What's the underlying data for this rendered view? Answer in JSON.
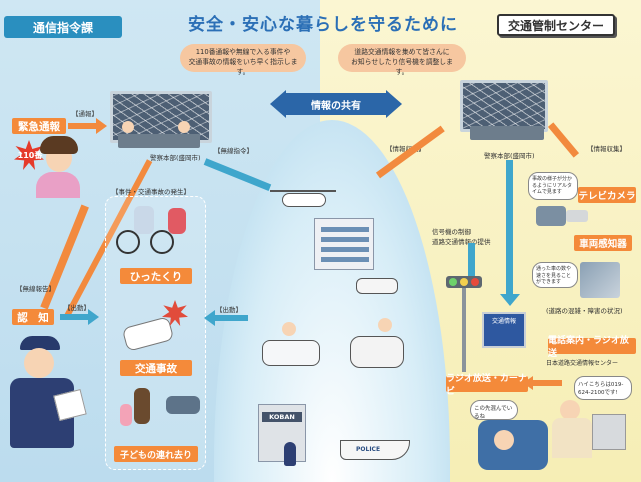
{
  "header": {
    "left_tab": "通信指令課",
    "title": "安全・安心な暮らしを守るために",
    "right_tab": "交通管制センター"
  },
  "bubbles": {
    "left": "110番通報や無線で入る事件や\n交通事故の情報をいち早く指示します。",
    "right": "道路交通情報を集めて皆さんに\nお知らせしたり信号機を調整します。"
  },
  "center": {
    "share_label": "情報の共有"
  },
  "left": {
    "emergency_call": "緊急通報",
    "call_110": "110番",
    "tsuho_label": "【通報】",
    "police_hq_left": "警察本部(盛岡市)",
    "musen_shirei": "【無線指令】",
    "jiken_label": "【事件・交通事故の発生】",
    "musen_hokoku": "【無線報告】",
    "shutsudo_label": "【出動】",
    "ninchi": "認　知",
    "shutsudo_label2": "【出動】",
    "cases": [
      {
        "label": "ひったくり"
      },
      {
        "label": "交通事故"
      },
      {
        "label": "子どもの連れ去り"
      }
    ]
  },
  "right": {
    "joho_shushu_left": "【情報収集】",
    "joho_shushu_right": "【情報収集】",
    "police_hq_right": "警察本部(盛岡市)",
    "signal_control": "信号機の制御\n道路交通情報の提供",
    "tv_camera": "テレビカメラ",
    "vehicle_sensor": "車両感知器",
    "road_status": "(道路の混雑・障害の状況)",
    "phone_radio": "電話案内・ラジオ放送",
    "info_center": "日本道路交通情報センター",
    "radio_carnavi": "ラジオ放送・カーナビ",
    "traffic_info_sign": "交通情報",
    "camera_bubble": "事故の様子が分かるようにリアルタイムで見ます",
    "sensor_bubble": "通った車の数や速さを見ることができます",
    "driver_bubble": "この先混んでいるね",
    "operator_bubble": "ハイこちらは019-624-2100です!"
  },
  "koban": {
    "sign": "KOBAN"
  },
  "boat": {
    "label": "POLICE"
  }
}
